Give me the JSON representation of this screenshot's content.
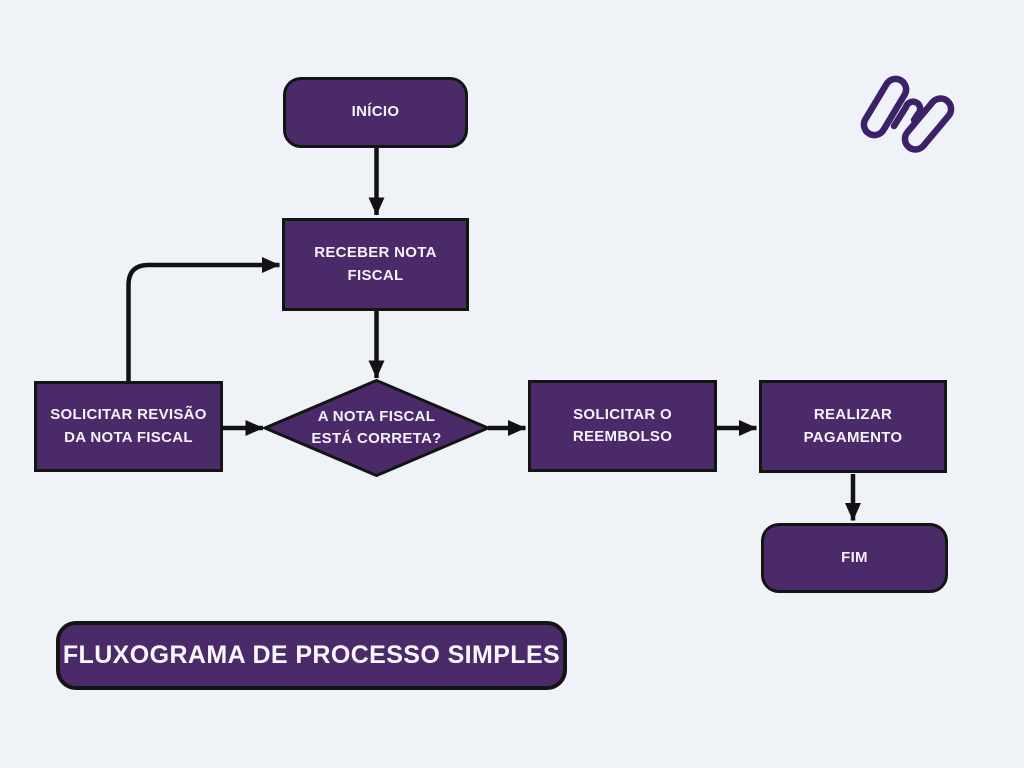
{
  "colors": {
    "background": "#eff3f8",
    "node_fill": "#4a2a68",
    "node_outline": "#141414",
    "node_text": "#f6f1fa",
    "connector": "#121212",
    "logo": "#3b2167"
  },
  "flowchart": {
    "title": "FLUXOGRAMA DE PROCESSO SIMPLES",
    "nodes": {
      "inicio": "INÍCIO",
      "receber": "RECEBER NOTA FISCAL",
      "decisao": "A NOTA FISCAL ESTÁ CORRETA?",
      "revisao": "SOLICITAR REVISÃO DA NOTA FISCAL",
      "reembolso": "SOLICITAR O REEMBOLSO",
      "pagamento": "REALIZAR PAGAMENTO",
      "fim": "FIM"
    },
    "icons": {
      "logo": "brand-zigzag-logo-icon"
    }
  }
}
